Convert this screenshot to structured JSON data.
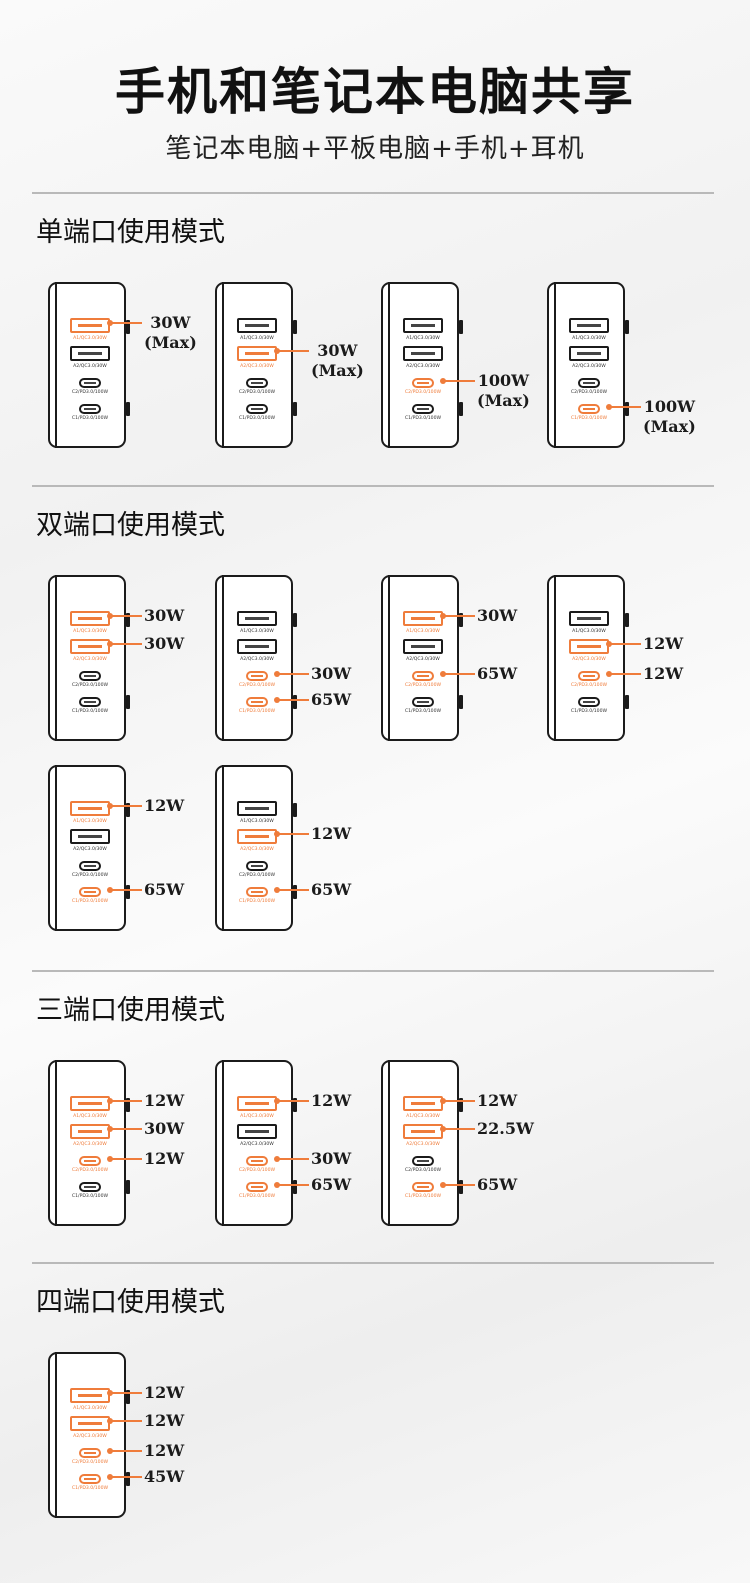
{
  "title": "手机和笔记本电脑共享",
  "subtitle": "笔记本电脑+平板电脑+手机+耳机",
  "colors": {
    "accent": "#ef7c3b",
    "outline": "#1b1b1b",
    "divider": "#b9b9b9"
  },
  "port_labels": {
    "a1": "A1/QC3.0/30W",
    "a2": "A2/QC3.0/30W",
    "c2": "C2/PD3.0/100W",
    "c1": "C1/PD3.0/100W"
  },
  "sections": [
    {
      "label": "单端口使用模式",
      "configs": [
        {
          "active_ports": [
            "a1"
          ],
          "outputs": [
            {
              "port": "a1",
              "watt": "30W",
              "note": "(Max)"
            }
          ]
        },
        {
          "active_ports": [
            "a2"
          ],
          "outputs": [
            {
              "port": "a2",
              "watt": "30W",
              "note": "(Max)"
            }
          ]
        },
        {
          "active_ports": [
            "c2"
          ],
          "outputs": [
            {
              "port": "c2",
              "watt": "100W",
              "note": "(Max)"
            }
          ]
        },
        {
          "active_ports": [
            "c1"
          ],
          "outputs": [
            {
              "port": "c1",
              "watt": "100W",
              "note": "(Max)"
            }
          ]
        }
      ]
    },
    {
      "label": "双端口使用模式",
      "configs": [
        {
          "active_ports": [
            "a1",
            "a2"
          ],
          "outputs": [
            {
              "port": "a1",
              "watt": "30W"
            },
            {
              "port": "a2",
              "watt": "30W"
            }
          ]
        },
        {
          "active_ports": [
            "c2",
            "c1"
          ],
          "outputs": [
            {
              "port": "c2",
              "watt": "30W"
            },
            {
              "port": "c1",
              "watt": "65W"
            }
          ]
        },
        {
          "active_ports": [
            "a1",
            "c2"
          ],
          "outputs": [
            {
              "port": "a1",
              "watt": "30W"
            },
            {
              "port": "c2",
              "watt": "65W"
            }
          ]
        },
        {
          "active_ports": [
            "a2",
            "c2"
          ],
          "outputs": [
            {
              "port": "a2",
              "watt": "12W"
            },
            {
              "port": "c2",
              "watt": "12W"
            }
          ]
        },
        {
          "active_ports": [
            "a1",
            "c1"
          ],
          "outputs": [
            {
              "port": "a1",
              "watt": "12W"
            },
            {
              "port": "c1",
              "watt": "65W"
            }
          ]
        },
        {
          "active_ports": [
            "a2",
            "c1"
          ],
          "outputs": [
            {
              "port": "a2",
              "watt": "12W"
            },
            {
              "port": "c1",
              "watt": "65W"
            }
          ]
        }
      ]
    },
    {
      "label": "三端口使用模式",
      "configs": [
        {
          "active_ports": [
            "a1",
            "a2",
            "c2"
          ],
          "outputs": [
            {
              "port": "a1",
              "watt": "12W"
            },
            {
              "port": "a2",
              "watt": "30W"
            },
            {
              "port": "c2",
              "watt": "12W"
            }
          ]
        },
        {
          "active_ports": [
            "a1",
            "c2",
            "c1"
          ],
          "outputs": [
            {
              "port": "a1",
              "watt": "12W"
            },
            {
              "port": "c2",
              "watt": "30W"
            },
            {
              "port": "c1",
              "watt": "65W"
            }
          ]
        },
        {
          "active_ports": [
            "a1",
            "a2",
            "c1"
          ],
          "outputs": [
            {
              "port": "a1",
              "watt": "12W"
            },
            {
              "port": "a2",
              "watt": "22.5W"
            },
            {
              "port": "c1",
              "watt": "65W"
            }
          ]
        }
      ]
    },
    {
      "label": "四端口使用模式",
      "configs": [
        {
          "active_ports": [
            "a1",
            "a2",
            "c2",
            "c1"
          ],
          "outputs": [
            {
              "port": "a1",
              "watt": "12W"
            },
            {
              "port": "a2",
              "watt": "12W"
            },
            {
              "port": "c2",
              "watt": "12W"
            },
            {
              "port": "c1",
              "watt": "45W"
            }
          ]
        }
      ]
    }
  ]
}
